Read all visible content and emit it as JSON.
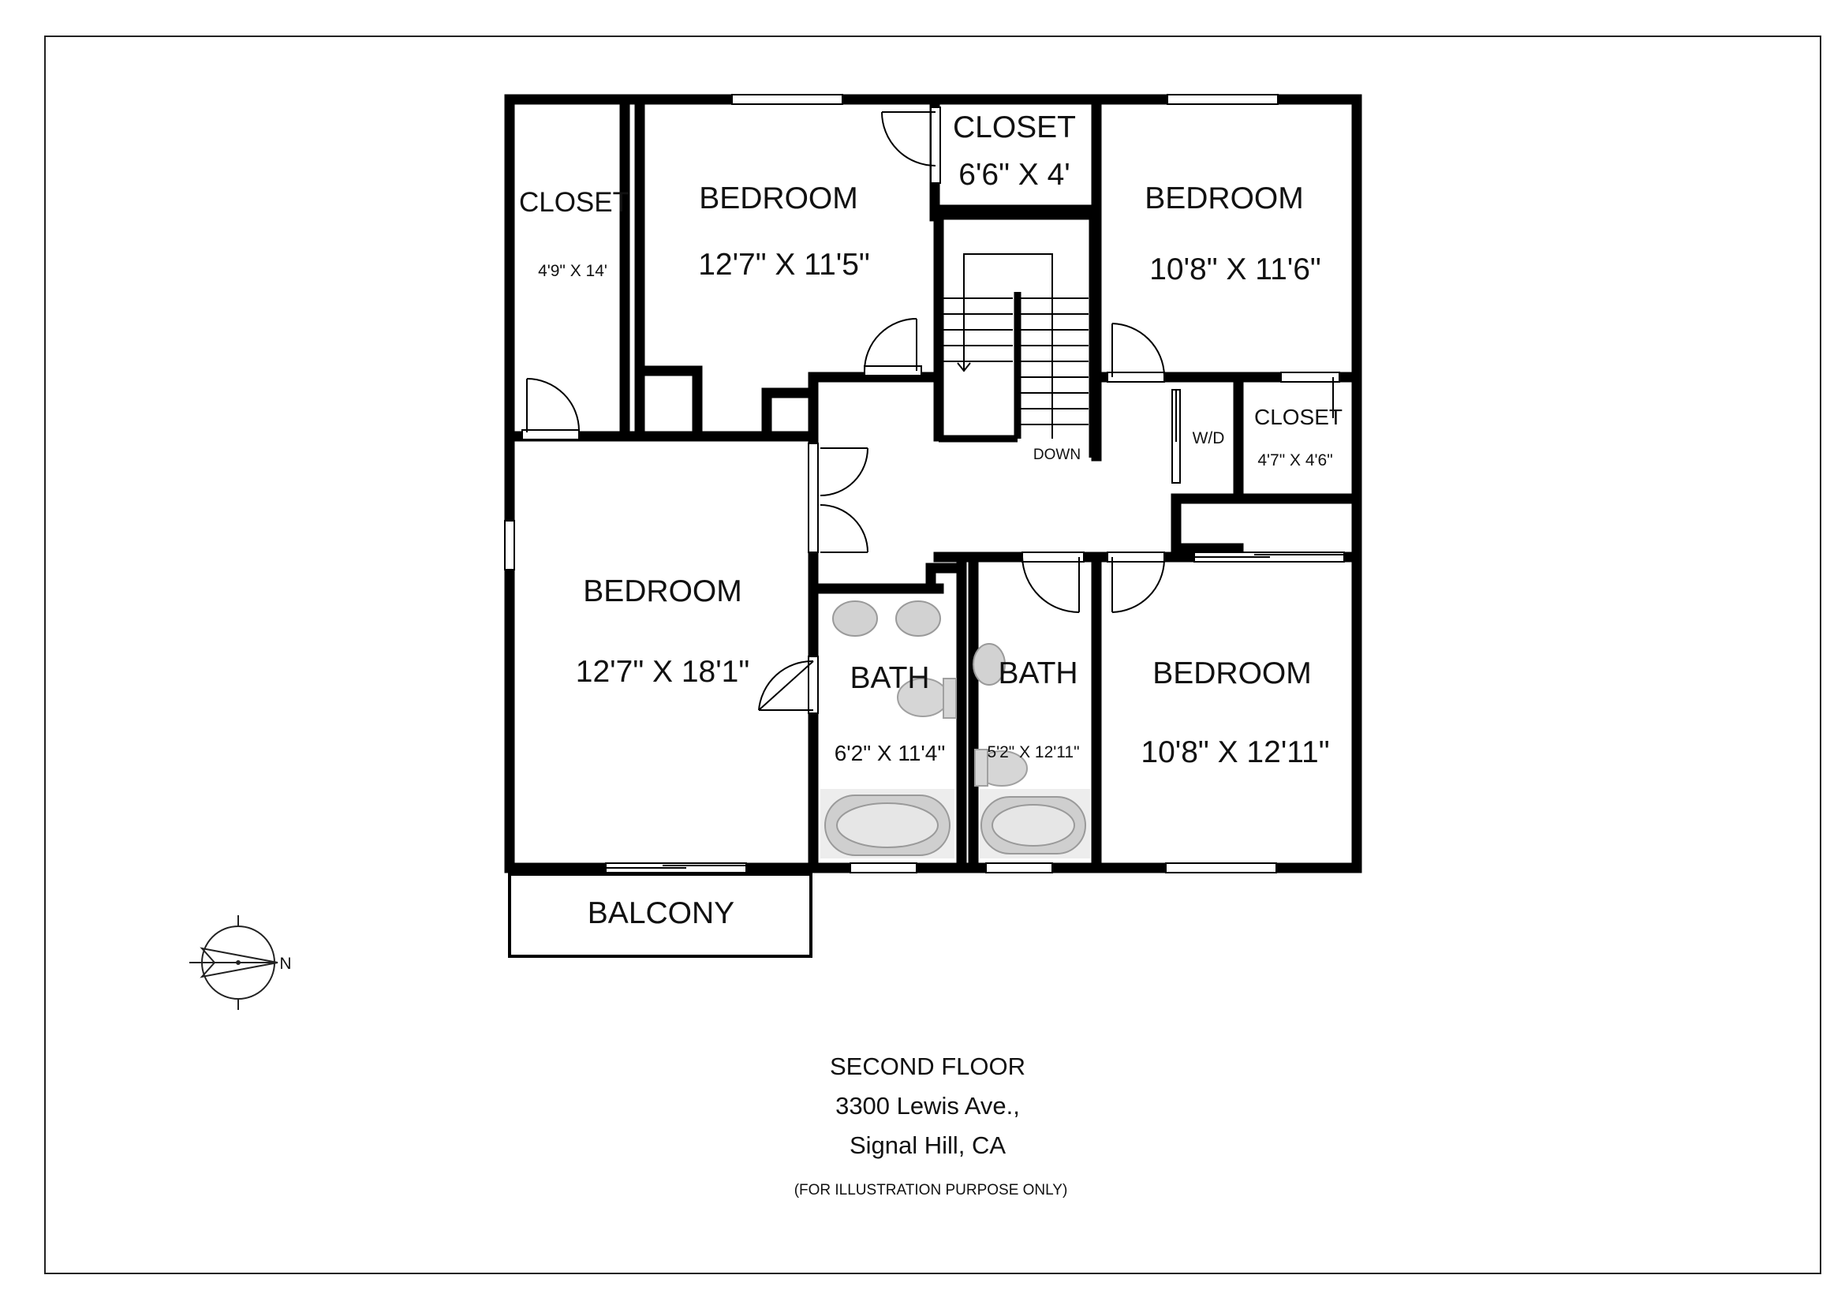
{
  "rooms": {
    "closet_left": {
      "name": "CLOSET",
      "size": "4'9\" X 14'"
    },
    "bedroom_top_left": {
      "name": "BEDROOM",
      "size": "12'7\" X 11'5\""
    },
    "closet_top": {
      "name": "CLOSET",
      "size": "6'6\" X 4'"
    },
    "bedroom_top_right": {
      "name": "BEDROOM",
      "size": "10'8\" X 11'6\""
    },
    "closet_right": {
      "name": "CLOSET",
      "size": "4'7\" X 4'6\""
    },
    "laundry": {
      "name": "W/D"
    },
    "stairs": {
      "name": "DOWN"
    },
    "bedroom_left": {
      "name": "BEDROOM",
      "size": "12'7\" X 18'1\""
    },
    "bath_1": {
      "name": "BATH",
      "size": "6'2\" X 11'4\""
    },
    "bath_2": {
      "name": "BATH",
      "size": "5'2\" X 12'11\""
    },
    "bedroom_bottom_right": {
      "name": "BEDROOM",
      "size": "10'8\" X 12'11\""
    },
    "balcony": {
      "name": "BALCONY"
    }
  },
  "compass": {
    "label": "N"
  },
  "caption": {
    "floor": "SECOND FLOOR",
    "street": "3300 Lewis Ave.,",
    "city": "Signal Hill, CA",
    "disclaimer": "(FOR ILLUSTRATION PURPOSE ONLY)"
  },
  "colors": {
    "wall": "#000000",
    "fixture": "#c9c9c9",
    "paper": "#ffffff"
  }
}
